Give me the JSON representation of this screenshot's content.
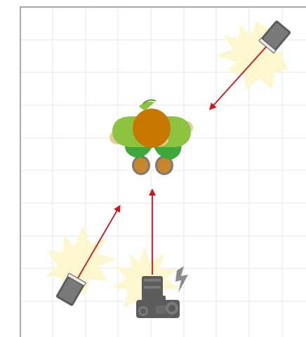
{
  "diagram": {
    "type": "studio lighting setup (top view)",
    "elements": [
      {
        "name": "subject-person",
        "role": "subject"
      },
      {
        "name": "flash-top-right",
        "role": "flash"
      },
      {
        "name": "flash-bottom-left",
        "role": "flash"
      },
      {
        "name": "camera",
        "role": "camera with flash trigger"
      }
    ],
    "light_arrows": [
      {
        "from": "flash-top-right",
        "to": "subject-person"
      },
      {
        "from": "flash-bottom-left",
        "to": "subject-person"
      },
      {
        "from": "camera",
        "to": "subject-person"
      }
    ]
  },
  "colors": {
    "frame": "#a9a9a9",
    "grid": "#e6e6e6",
    "arrow": "#d0121b",
    "burst": "#fdf7cf",
    "device_dark": "#5c5c5c",
    "device_light": "#7a7a7a",
    "shirt": "#8cc43f",
    "pants": "#3ca83a",
    "hair": "#c87800",
    "skin": "#e8c9a0",
    "shoe": "#c8862a",
    "lightning": "#8a8a8a"
  },
  "icons": {
    "subject": "person-top-view-icon",
    "flash": "studio-flash-icon",
    "camera": "camera-icon",
    "trigger": "lightning-bolt-icon"
  }
}
